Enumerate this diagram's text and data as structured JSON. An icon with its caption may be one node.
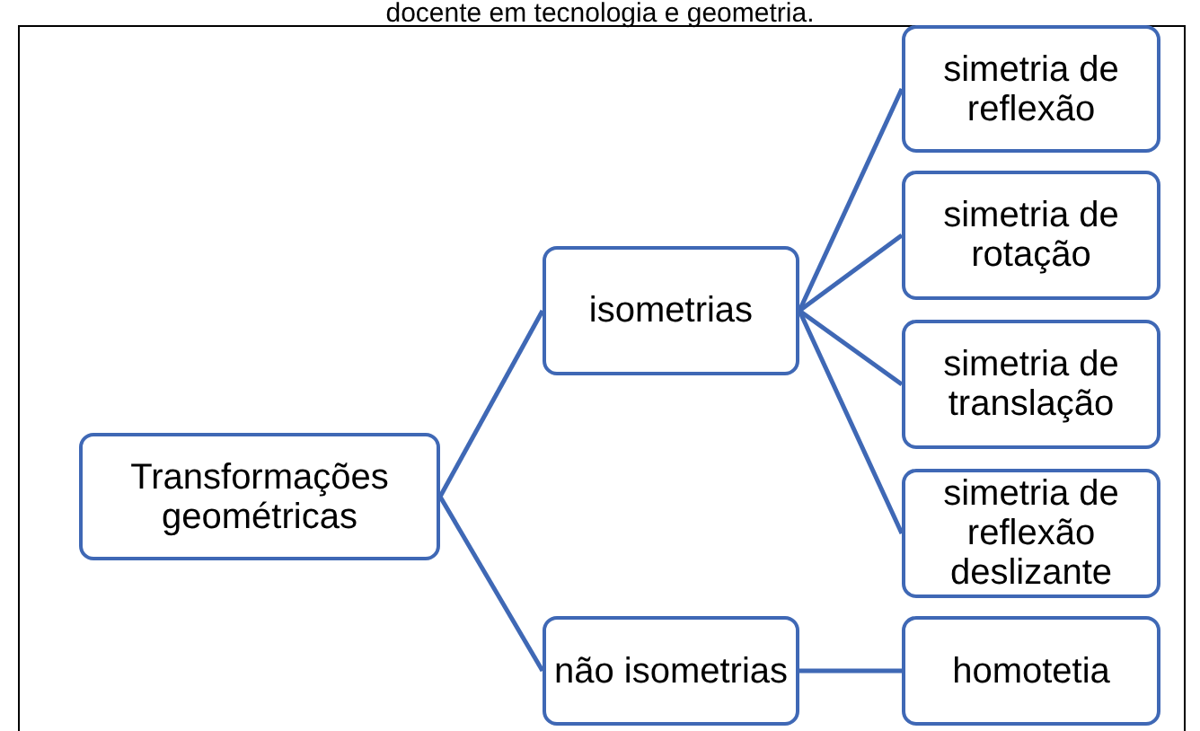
{
  "diagram": {
    "nodes": [
      {
        "text": [
          "Transformações geométricas"
        ]
      },
      {
        "text": [
          "isometrias"
        ]
      },
      {
        "text": [
          "não isometrias"
        ]
      },
      {
        "text": [
          "simetria de reflexão"
        ]
      },
      {
        "text": [
          "simetria de rotação"
        ]
      },
      {
        "text": [
          "simetria de translação"
        ]
      },
      {
        "text": [
          "simetria de reflexão deslizante"
        ]
      },
      {
        "text": [
          "homotetia"
        ]
      }
    ],
    "edges": [
      {
        "from": 0,
        "to": 1,
        "arrow": "none"
      },
      {
        "from": 0,
        "to": 2,
        "arrow": "none"
      },
      {
        "from": 1,
        "to": 3,
        "arrow": "none"
      },
      {
        "from": 1,
        "to": 4,
        "arrow": "none"
      },
      {
        "from": 1,
        "to": 5,
        "arrow": "none"
      },
      {
        "from": 1,
        "to": 6,
        "arrow": "none"
      },
      {
        "from": 2,
        "to": 7,
        "arrow": "none"
      }
    ],
    "labels": [
      "docente em tecnologia e geometria."
    ]
  }
}
